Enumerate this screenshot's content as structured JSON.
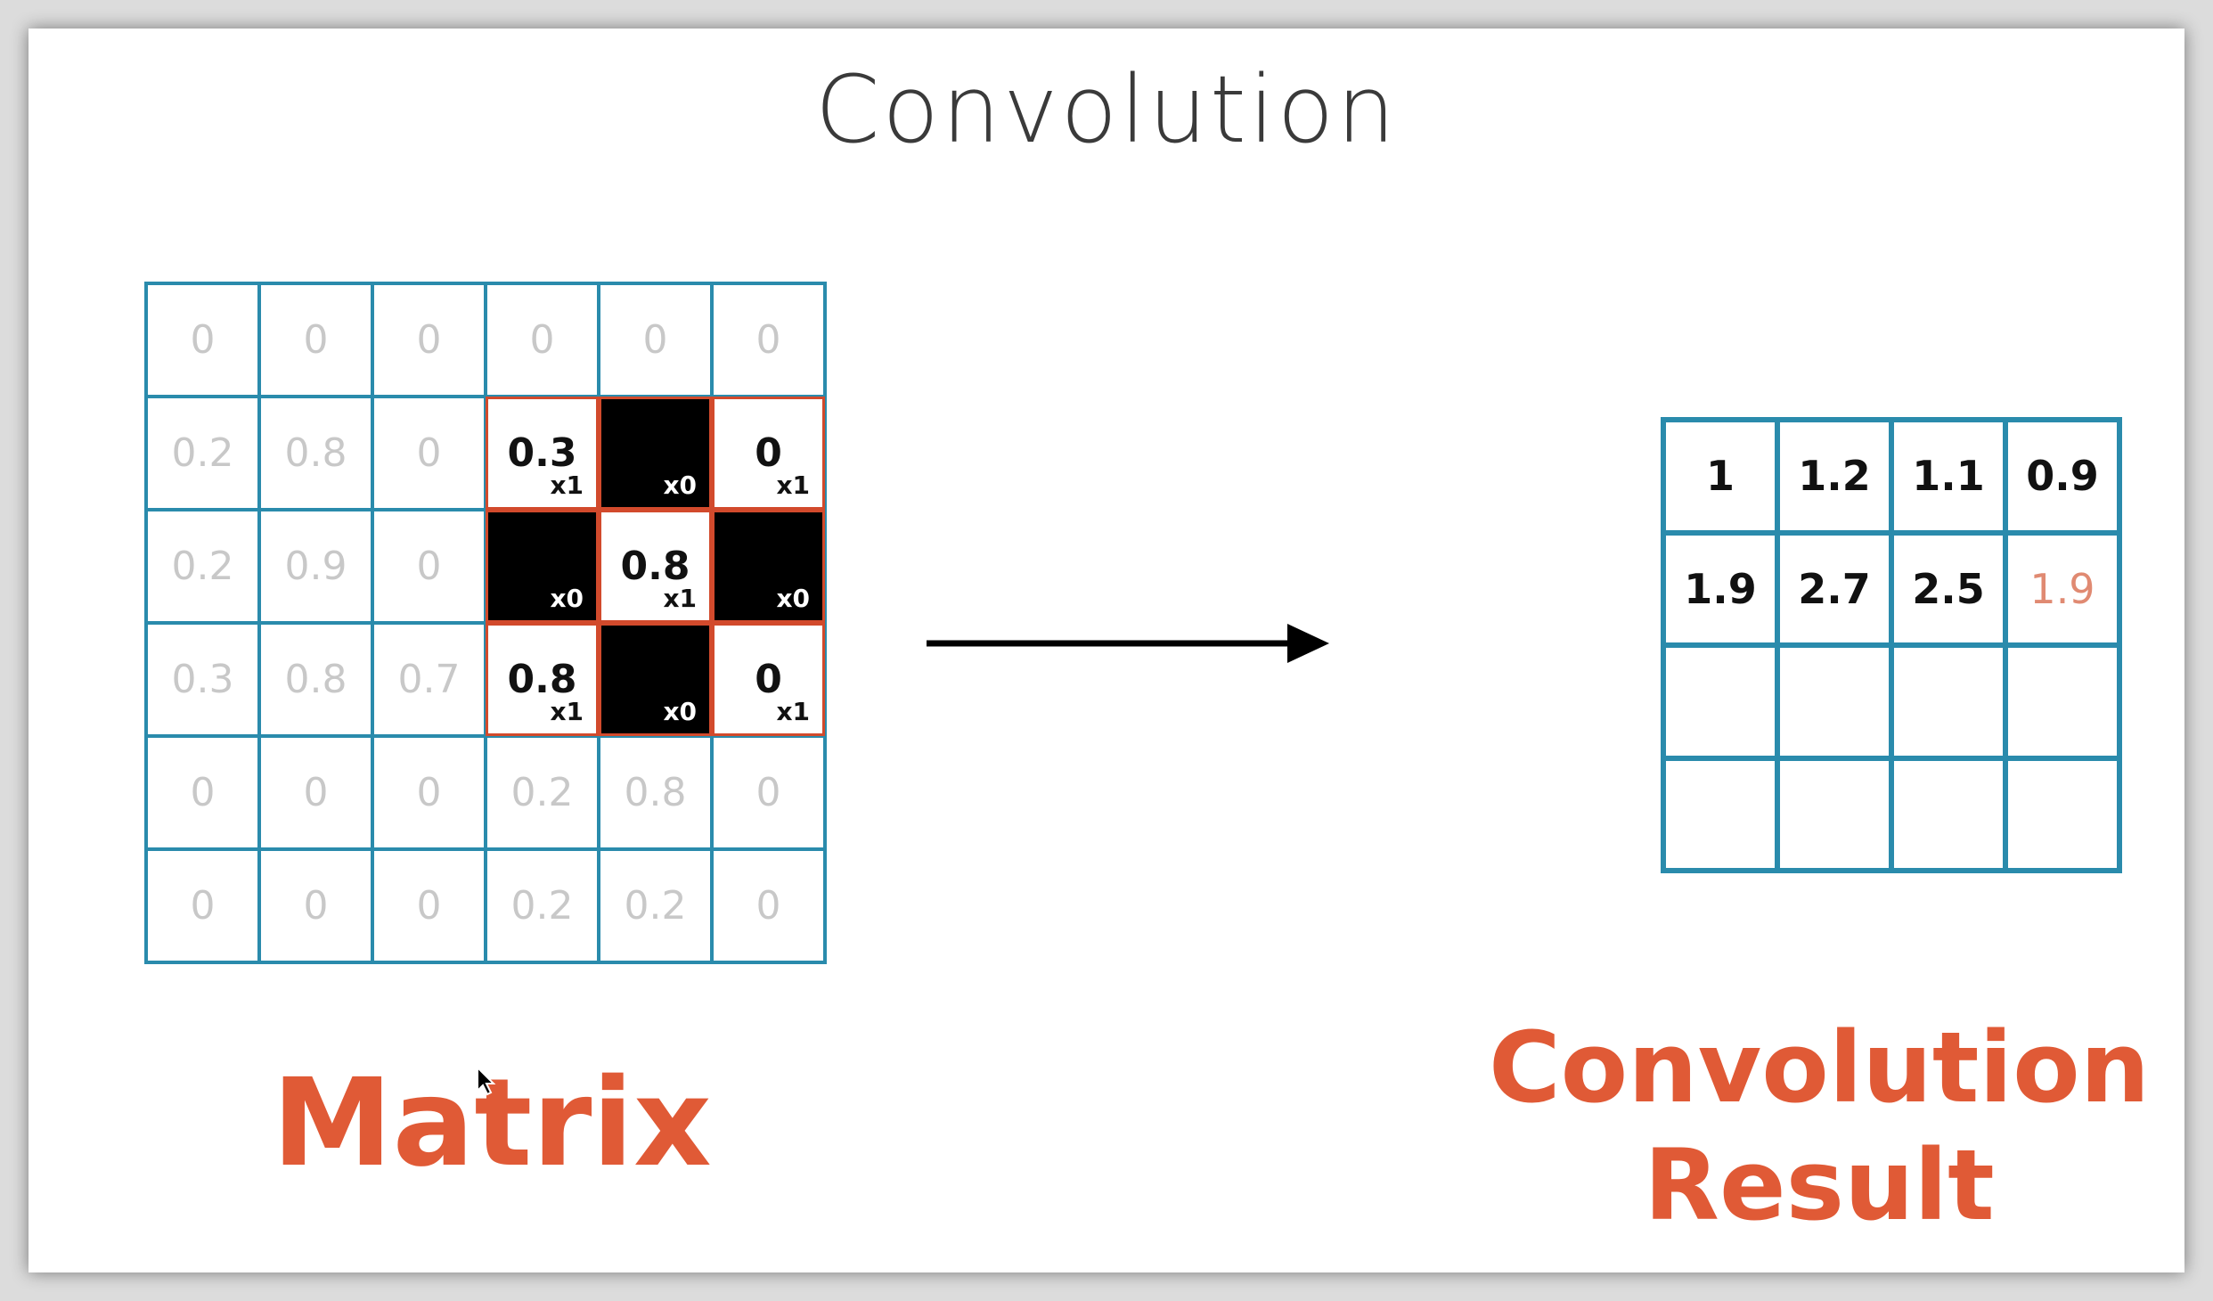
{
  "title": "Convolution",
  "matrix": {
    "label": "Matrix",
    "rows": [
      [
        {
          "v": "0"
        },
        {
          "v": "0"
        },
        {
          "v": "0"
        },
        {
          "v": "0"
        },
        {
          "v": "0"
        },
        {
          "v": "0"
        }
      ],
      [
        {
          "v": "0.2"
        },
        {
          "v": "0.8"
        },
        {
          "v": "0"
        },
        {
          "v": "0.3",
          "hl": true,
          "m": "x1"
        },
        {
          "v": "",
          "dark": true,
          "m": "x0"
        },
        {
          "v": "0",
          "hl": true,
          "m": "x1"
        }
      ],
      [
        {
          "v": "0.2"
        },
        {
          "v": "0.9"
        },
        {
          "v": "0"
        },
        {
          "v": "",
          "dark": true,
          "m": "x0"
        },
        {
          "v": "0.8",
          "hl": true,
          "m": "x1"
        },
        {
          "v": "",
          "dark": true,
          "m": "x0"
        }
      ],
      [
        {
          "v": "0.3"
        },
        {
          "v": "0.8"
        },
        {
          "v": "0.7"
        },
        {
          "v": "0.8",
          "hl": true,
          "m": "x1"
        },
        {
          "v": "",
          "dark": true,
          "m": "x0"
        },
        {
          "v": "0",
          "hl": true,
          "m": "x1"
        }
      ],
      [
        {
          "v": "0"
        },
        {
          "v": "0"
        },
        {
          "v": "0"
        },
        {
          "v": "0.2"
        },
        {
          "v": "0.8"
        },
        {
          "v": "0"
        }
      ],
      [
        {
          "v": "0"
        },
        {
          "v": "0"
        },
        {
          "v": "0"
        },
        {
          "v": "0.2"
        },
        {
          "v": "0.2"
        },
        {
          "v": "0"
        }
      ]
    ]
  },
  "result": {
    "label_line1": "Convolution",
    "label_line2": "Result",
    "rows": [
      [
        {
          "v": "1"
        },
        {
          "v": "1.2"
        },
        {
          "v": "1.1"
        },
        {
          "v": "0.9"
        }
      ],
      [
        {
          "v": "1.9"
        },
        {
          "v": "2.7"
        },
        {
          "v": "2.5"
        },
        {
          "v": "1.9",
          "pending": true
        }
      ],
      [
        {
          "v": ""
        },
        {
          "v": ""
        },
        {
          "v": ""
        },
        {
          "v": ""
        }
      ],
      [
        {
          "v": ""
        },
        {
          "v": ""
        },
        {
          "v": ""
        },
        {
          "v": ""
        }
      ]
    ]
  },
  "colors": {
    "grid": "#2a8bac",
    "kernel_border": "#d24a2c",
    "accent_text": "#e05a36",
    "pending_value": "#e08a72"
  }
}
